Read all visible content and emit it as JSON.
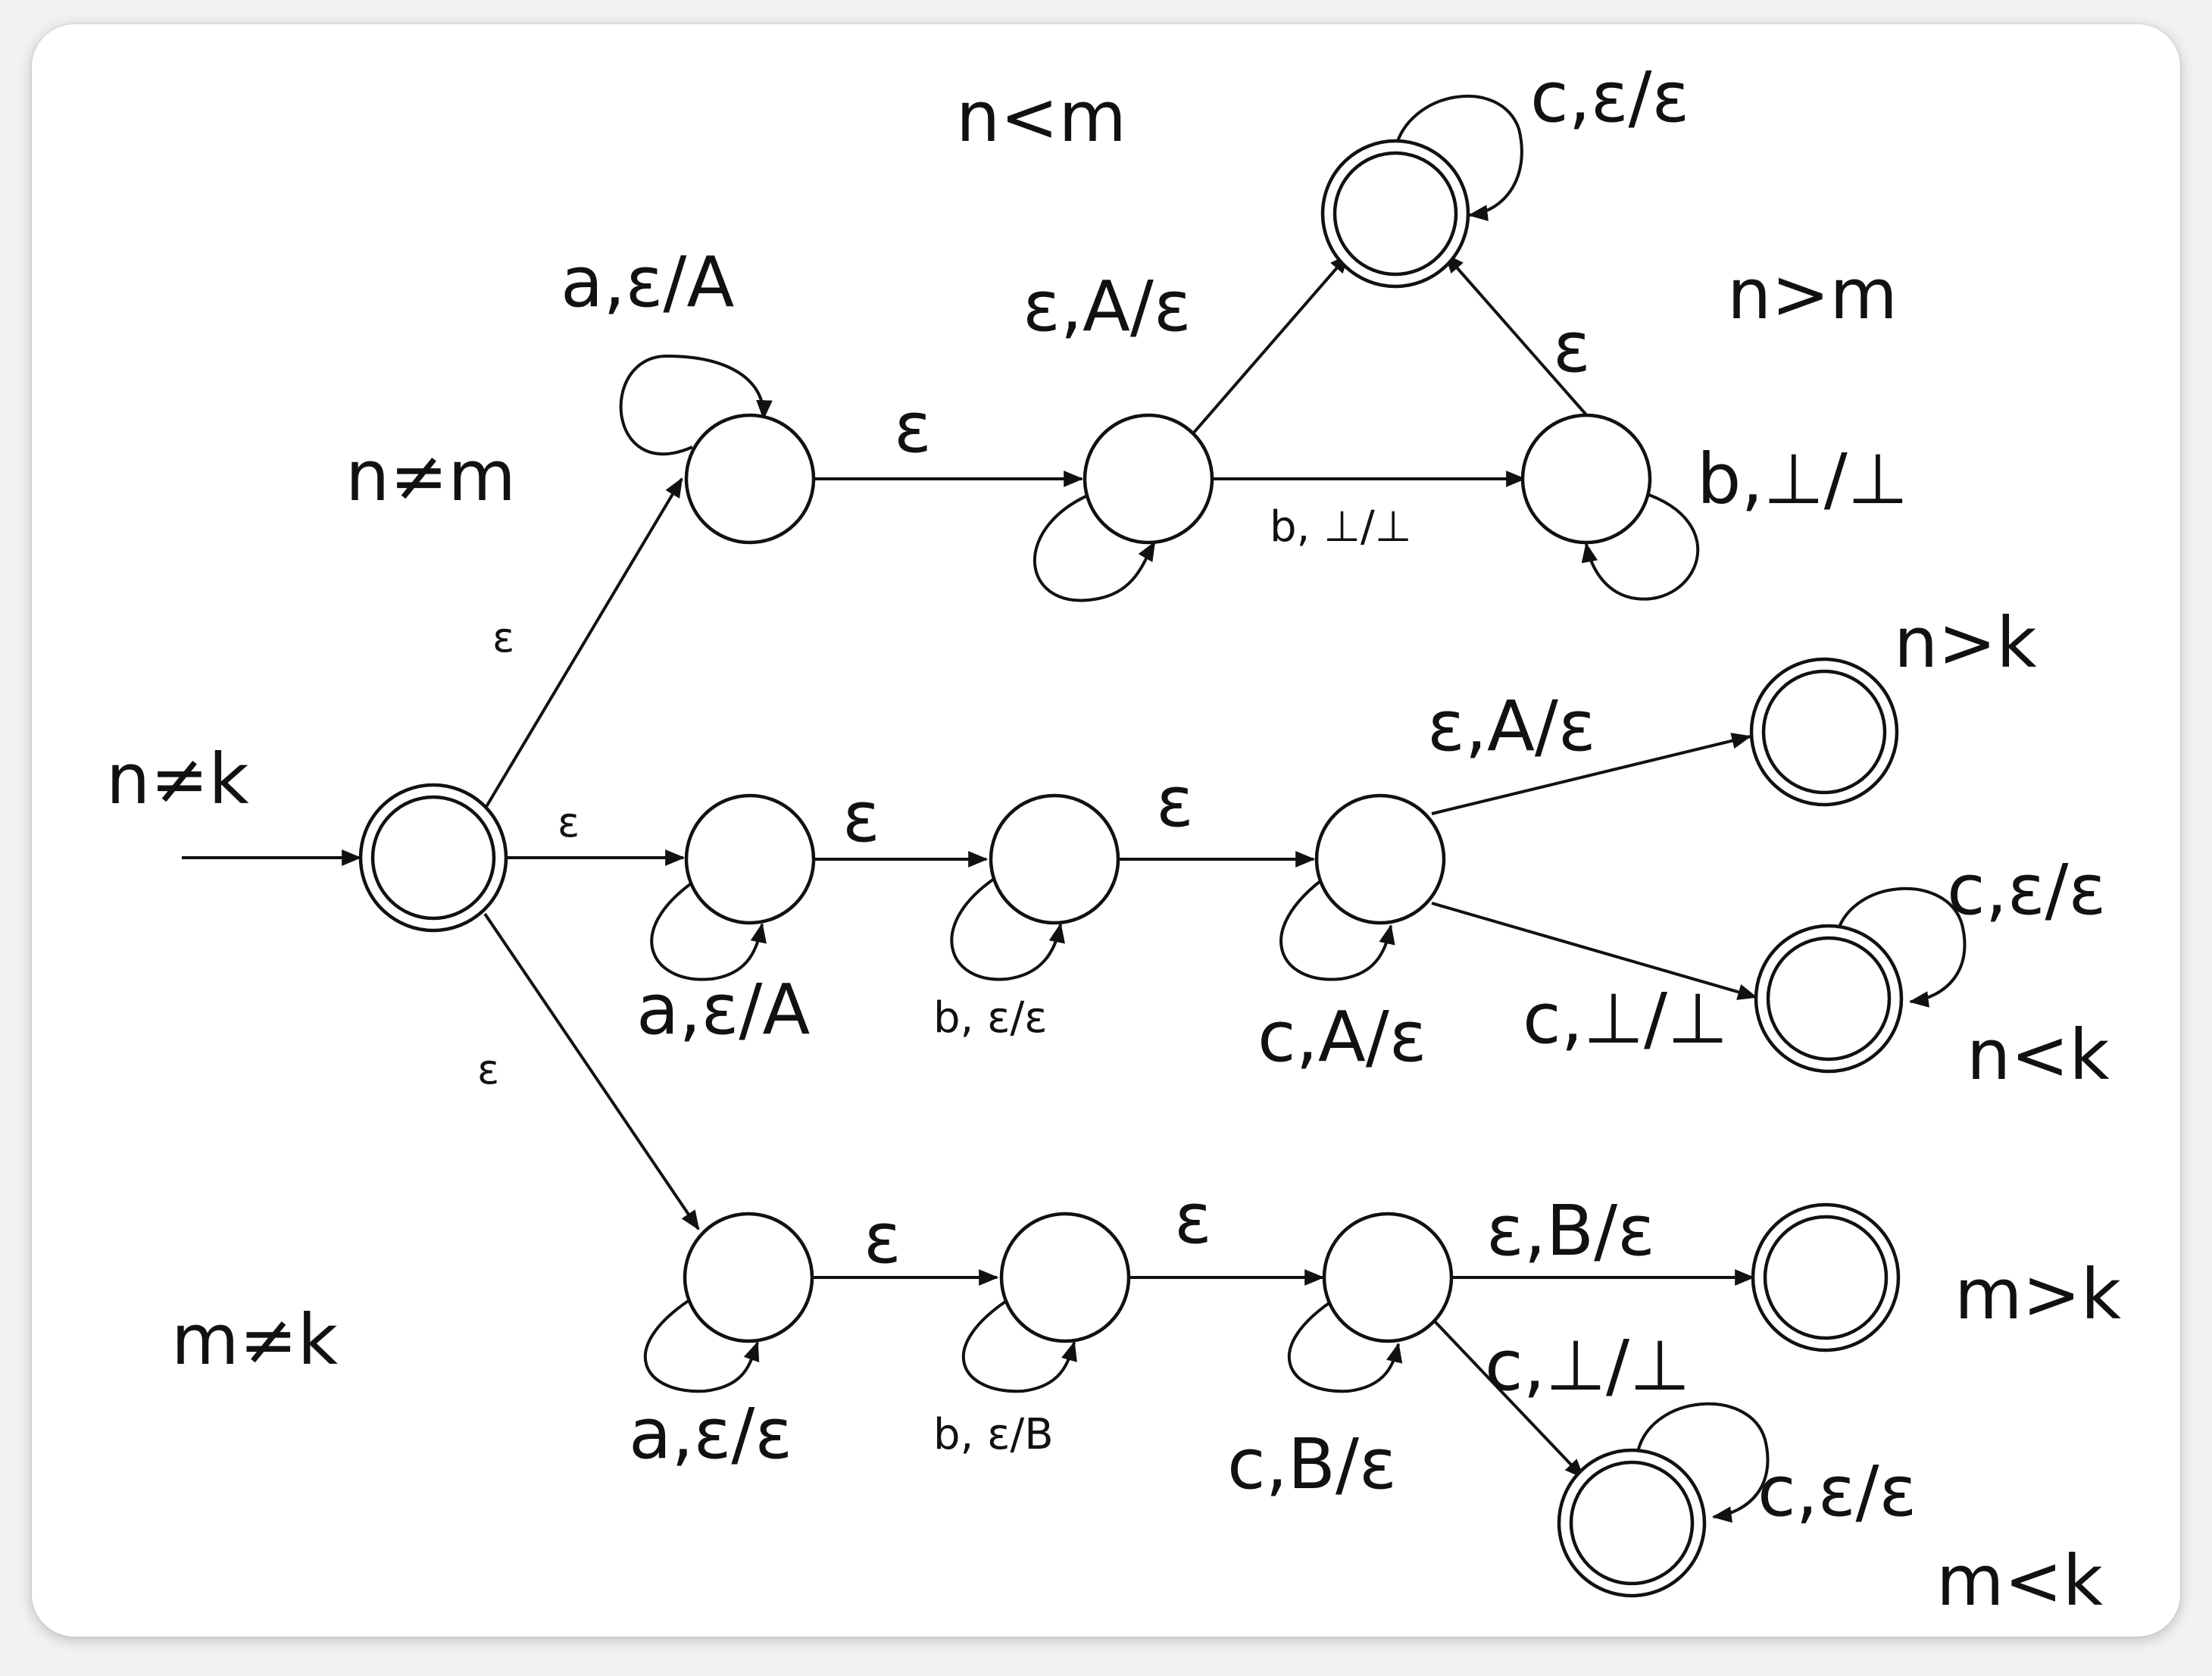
{
  "condition_labels": {
    "n_ne_k": "n≠k",
    "n_ne_m": "n≠m",
    "m_ne_k": "m≠k",
    "n_lt_m": "n<m",
    "n_gt_m": "n>m",
    "n_gt_k": "n>k",
    "n_lt_k": "n<k",
    "m_gt_k": "m>k",
    "m_lt_k": "m<k"
  },
  "transition_labels": {
    "start_to_top": "ε",
    "start_to_mid": "ε",
    "start_to_bot": "ε",
    "top1_loop": "a,ε/A",
    "top1_to_top2": "ε",
    "top2_loop": "ε,A/ε",
    "top2_to_top3": "b, ⊥/⊥",
    "top3_loop": "b,⊥/⊥",
    "top3_to_topacc": "ε",
    "topacc_loop": "c,ε/ε",
    "mid1_loop": "a,ε/A",
    "mid1_to_mid2": "ε",
    "mid2_loop": "b, ε/ε",
    "mid2_to_mid3": "ε",
    "mid3_loop": "c,A/ε",
    "mid3_to_midacc1": "ε,A/ε",
    "mid3_to_midacc2": "c,⊥/⊥",
    "midacc2_loop": "c,ε/ε",
    "bot1_loop": "a,ε/ε",
    "bot1_to_bot2": "ε",
    "bot2_loop": "b, ε/B",
    "bot2_to_bot3": "ε",
    "bot3_loop": "c,B/ε",
    "bot3_to_botacc1": "ε,B/ε",
    "bot3_to_botacc2": "c,⊥/⊥",
    "botacc2_loop": "c,ε/ε"
  }
}
